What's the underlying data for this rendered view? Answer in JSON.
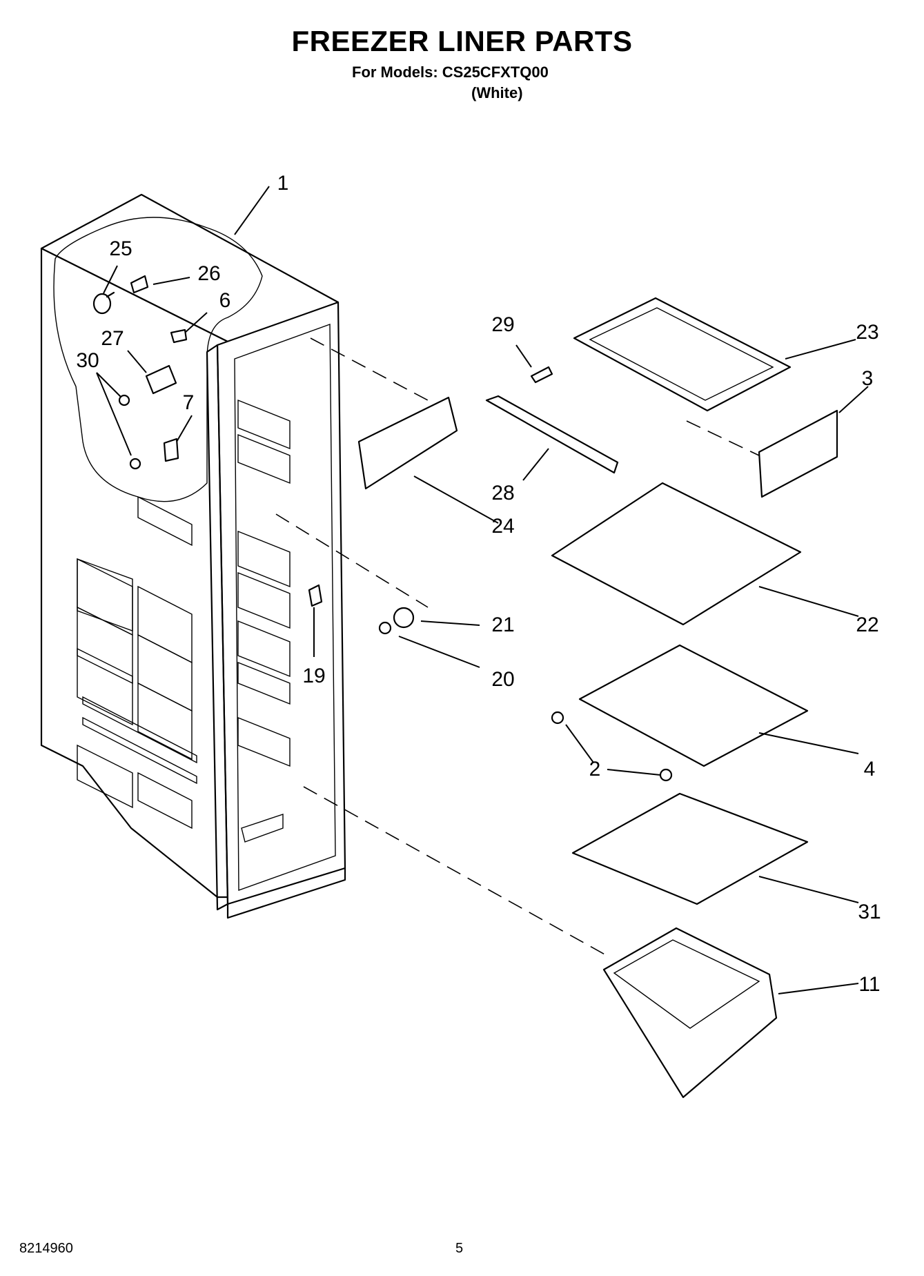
{
  "header": {
    "title": "FREEZER LINER PARTS",
    "models": "For Models: CS25CFXTQ00",
    "variant": "(White)"
  },
  "footer": {
    "doc_number": "8214960",
    "page_number": "5"
  },
  "callouts": [
    {
      "id": "c1",
      "label": "1"
    },
    {
      "id": "c25",
      "label": "25"
    },
    {
      "id": "c26",
      "label": "26"
    },
    {
      "id": "c6",
      "label": "6"
    },
    {
      "id": "c27",
      "label": "27"
    },
    {
      "id": "c30",
      "label": "30"
    },
    {
      "id": "c7",
      "label": "7"
    },
    {
      "id": "c29",
      "label": "29"
    },
    {
      "id": "c23",
      "label": "23"
    },
    {
      "id": "c3",
      "label": "3"
    },
    {
      "id": "c28",
      "label": "28"
    },
    {
      "id": "c24",
      "label": "24"
    },
    {
      "id": "c22",
      "label": "22"
    },
    {
      "id": "c21",
      "label": "21"
    },
    {
      "id": "c20",
      "label": "20"
    },
    {
      "id": "c19",
      "label": "19"
    },
    {
      "id": "c4",
      "label": "4"
    },
    {
      "id": "c2",
      "label": "2"
    },
    {
      "id": "c31",
      "label": "31"
    },
    {
      "id": "c11",
      "label": "11"
    }
  ]
}
